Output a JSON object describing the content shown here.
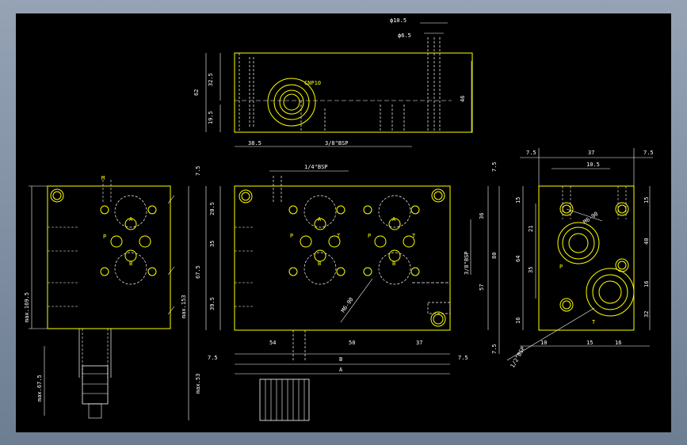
{
  "colors": {
    "background": "#000000",
    "outline": "#ffff00",
    "dimension": "#ffffff",
    "frame": "#8795a8"
  },
  "top_view": {
    "d1": "ϕ10.5",
    "d2": "ϕ6.5",
    "callout": "CNP10",
    "h_total": "62",
    "h_a": "32.5",
    "h_b": "19.5",
    "h_right": "46",
    "w_left": "38.5",
    "port": "3/8\"BSP"
  },
  "front_view": {
    "port_top": "1/4\"BSP",
    "top": "7.5",
    "v1": "20.5",
    "v2": "35",
    "v3": "67.5",
    "v4": "39.5",
    "max_h": "max.153",
    "min_h": "max.53",
    "bottom_r": "7.5",
    "right_v1": "36",
    "right_v2": "80",
    "right_v3": "57",
    "port_right": "3/8\"BSP",
    "thread": "M6-90",
    "w1": "54",
    "w2": "50",
    "w3": "37",
    "edge_l": "7.5",
    "edge_r": "7.5",
    "dim_b": "B",
    "dim_a": "A",
    "lbl_p1": "P",
    "lbl_t1": "T",
    "lbl_a1": "A",
    "lbl_b1": "B",
    "lbl_p2": "P",
    "lbl_t2": "T",
    "lbl_a2": "A",
    "lbl_b2": "B"
  },
  "side_view": {
    "label_m": "M",
    "max_h": "max.169.5",
    "min_h": "max.67.5",
    "lbl_p": "P",
    "lbl_a": "A",
    "lbl_b": "B"
  },
  "right_view": {
    "w_left": "7.5",
    "w_mid": "37",
    "w_right": "7.5",
    "w_inner": "10.5",
    "thread": "M6-90",
    "h1": "15",
    "h2": "15",
    "h3": "21",
    "h4": "40",
    "h5": "35",
    "h6": "64",
    "h7": "16",
    "h8": "32",
    "h9": "16",
    "b1": "10",
    "b2": "15",
    "b3": "16",
    "port": "1/2\"BSP",
    "lbl_p": "P",
    "lbl_t": "T"
  }
}
